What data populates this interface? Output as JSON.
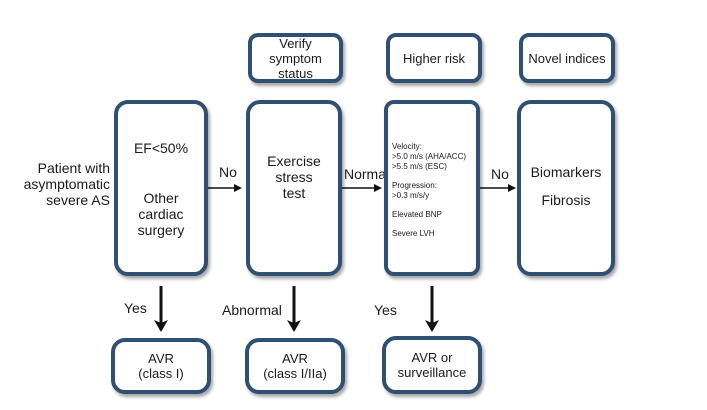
{
  "entry": {
    "line1": "Patient with",
    "line2": "asymptomatic",
    "line3": "severe AS"
  },
  "col1": {
    "main": {
      "criterion1": "EF<50%",
      "other1": "Other",
      "other2": "cardiac",
      "other3": "surgery"
    },
    "edge_next": "No",
    "edge_down": "Yes",
    "result": {
      "line1": "AVR",
      "line2": "(class I)"
    }
  },
  "col2": {
    "top": {
      "line1": "Verify symptom",
      "line2": "status"
    },
    "main": {
      "line1": "Exercise",
      "line2": "stress",
      "line3": "test"
    },
    "edge_next": "Normal",
    "edge_down": "Abnormal",
    "result": {
      "line1": "AVR",
      "line2": "(class I/IIa)"
    }
  },
  "col3": {
    "top": {
      "line1": "Higher risk"
    },
    "main": {
      "velocity_label": "Velocity:",
      "velocity_1": ">5.0 m/s (AHA/ACC)",
      "velocity_2": ">5.5 m/s (ESC)",
      "progression_label": "Progression:",
      "progression_1": ">0.3 m/s/y",
      "bnp": "Elevated BNP",
      "lvh": "Severe LVH"
    },
    "edge_next": "No",
    "edge_down": "Yes",
    "result": {
      "line1": "AVR or",
      "line2": "surveillance"
    }
  },
  "col4": {
    "top": {
      "line1": "Novel indices"
    },
    "main": {
      "line1": "Biomarkers",
      "line2": "Fibrosis"
    }
  }
}
